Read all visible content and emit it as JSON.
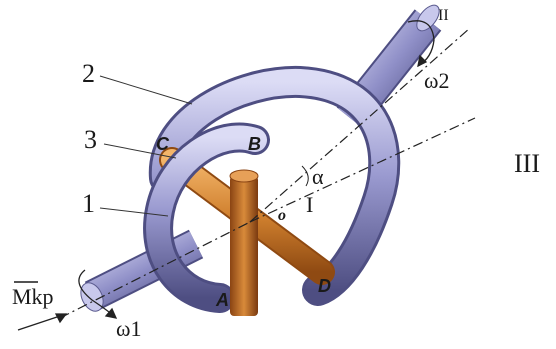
{
  "labels": {
    "part_1": "1",
    "part_2": "2",
    "part_3": "3",
    "point_a": "A",
    "point_b": "B",
    "point_c": "C",
    "point_d": "D",
    "origin": "o",
    "alpha": "α",
    "axis_i": "I",
    "axis_ii": "II",
    "axis_iii": "III",
    "omega_1": "ω1",
    "omega_2": "ω2",
    "torque": "Mkp"
  },
  "colors": {
    "tube_main": "#8e8ec6",
    "tube_dark": "#5a5a8e",
    "tube_light": "#c8c8ec",
    "cross_main": "#d98b36",
    "cross_dark": "#a65a1a",
    "line": "#222222"
  }
}
